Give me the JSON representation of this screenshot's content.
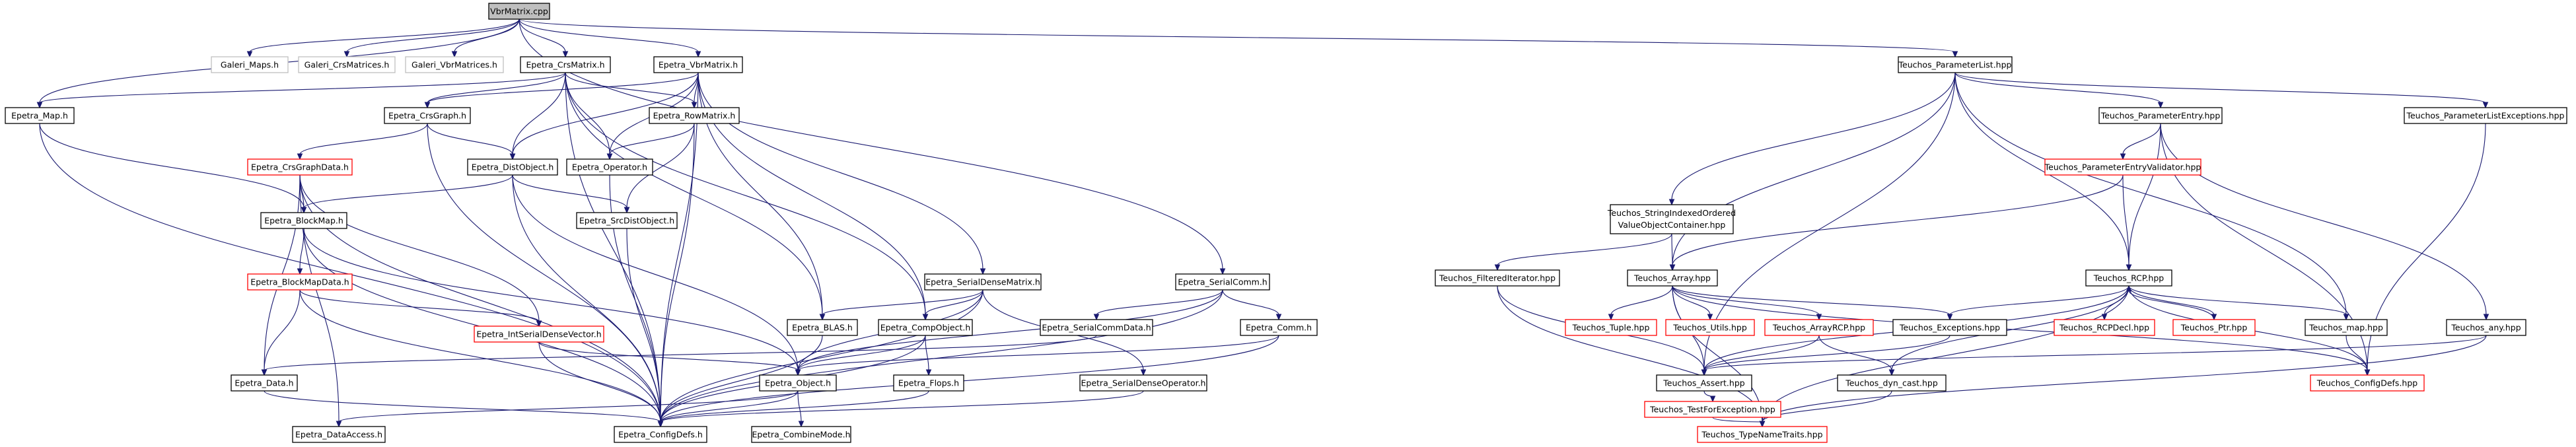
{
  "colors": {
    "edge": "#191970",
    "root_fill": "#bfbfbf",
    "normal_border": "#000000",
    "truncated_border": "#ff0000",
    "external_border": "#bfbfbf",
    "node_fill": "#ffffff",
    "label": "#000000"
  },
  "nodes": {
    "VbrMatrix_cpp": {
      "label": "VbrMatrix.cpp",
      "kind": "root"
    },
    "Galeri_Maps_h": {
      "label": "Galeri_Maps.h",
      "kind": "external"
    },
    "Galeri_CrsMatrices_h": {
      "label": "Galeri_CrsMatrices.h",
      "kind": "external"
    },
    "Galeri_VbrMatrices_h": {
      "label": "Galeri_VbrMatrices.h",
      "kind": "external"
    },
    "Epetra_CrsMatrix_h": {
      "label": "Epetra_CrsMatrix.h",
      "kind": "normal"
    },
    "Epetra_VbrMatrix_h": {
      "label": "Epetra_VbrMatrix.h",
      "kind": "normal"
    },
    "Epetra_Map_h": {
      "label": "Epetra_Map.h",
      "kind": "normal"
    },
    "Epetra_CrsGraph_h": {
      "label": "Epetra_CrsGraph.h",
      "kind": "normal"
    },
    "Epetra_RowMatrix_h": {
      "label": "Epetra_RowMatrix.h",
      "kind": "normal"
    },
    "Epetra_CrsGraphData_h": {
      "label": "Epetra_CrsGraphData.h",
      "kind": "truncated"
    },
    "Epetra_DistObject_h": {
      "label": "Epetra_DistObject.h",
      "kind": "normal"
    },
    "Epetra_Operator_h": {
      "label": "Epetra_Operator.h",
      "kind": "normal"
    },
    "Epetra_BlockMap_h": {
      "label": "Epetra_BlockMap.h",
      "kind": "normal"
    },
    "Epetra_SrcDistObject_h": {
      "label": "Epetra_SrcDistObject.h",
      "kind": "normal"
    },
    "Epetra_BlockMapData_h": {
      "label": "Epetra_BlockMapData.h",
      "kind": "truncated"
    },
    "Epetra_IntSerialDenseVector_h": {
      "label": "Epetra_IntSerialDenseVector.h",
      "kind": "truncated"
    },
    "Epetra_SerialDenseMatrix_h": {
      "label": "Epetra_SerialDenseMatrix.h",
      "kind": "normal"
    },
    "Epetra_SerialComm_h": {
      "label": "Epetra_SerialComm.h",
      "kind": "normal"
    },
    "Epetra_BLAS_h": {
      "label": "Epetra_BLAS.h",
      "kind": "normal"
    },
    "Epetra_CompObject_h": {
      "label": "Epetra_CompObject.h",
      "kind": "normal"
    },
    "Epetra_SerialCommData_h": {
      "label": "Epetra_SerialCommData.h",
      "kind": "normal"
    },
    "Epetra_Comm_h": {
      "label": "Epetra_Comm.h",
      "kind": "normal"
    },
    "Epetra_Data_h": {
      "label": "Epetra_Data.h",
      "kind": "normal"
    },
    "Epetra_Object_h": {
      "label": "Epetra_Object.h",
      "kind": "normal"
    },
    "Epetra_Flops_h": {
      "label": "Epetra_Flops.h",
      "kind": "normal"
    },
    "Epetra_SerialDenseOperator_h": {
      "label": "Epetra_SerialDenseOperator.h",
      "kind": "normal"
    },
    "Epetra_DataAccess_h": {
      "label": "Epetra_DataAccess.h",
      "kind": "normal"
    },
    "Epetra_ConfigDefs_h": {
      "label": "Epetra_ConfigDefs.h",
      "kind": "normal"
    },
    "Epetra_CombineMode_h": {
      "label": "Epetra_CombineMode.h",
      "kind": "normal"
    },
    "Teuchos_ParameterList_hpp": {
      "label": "Teuchos_ParameterList.hpp",
      "kind": "normal"
    },
    "Teuchos_ParameterEntry_hpp": {
      "label": "Teuchos_ParameterEntry.hpp",
      "kind": "normal"
    },
    "Teuchos_ParameterListExceptions_hpp": {
      "label": "Teuchos_ParameterListExceptions.hpp",
      "kind": "normal"
    },
    "Teuchos_StringIndexedOrdered": {
      "label1": "Teuchos_StringIndexedOrdered",
      "label2": "ValueObjectContainer.hpp",
      "kind": "normal"
    },
    "Teuchos_ParameterEntryValidator_hpp": {
      "label": "Teuchos_ParameterEntryValidator.hpp",
      "kind": "truncated"
    },
    "Teuchos_FilteredIterator_hpp": {
      "label": "Teuchos_FilteredIterator.hpp",
      "kind": "normal"
    },
    "Teuchos_Array_hpp": {
      "label": "Teuchos_Array.hpp",
      "kind": "normal"
    },
    "Teuchos_RCP_hpp": {
      "label": "Teuchos_RCP.hpp",
      "kind": "normal"
    },
    "Teuchos_Tuple_hpp": {
      "label": "Teuchos_Tuple.hpp",
      "kind": "truncated"
    },
    "Teuchos_Utils_hpp": {
      "label": "Teuchos_Utils.hpp",
      "kind": "truncated"
    },
    "Teuchos_ArrayRCP_hpp": {
      "label": "Teuchos_ArrayRCP.hpp",
      "kind": "truncated"
    },
    "Teuchos_Exceptions_hpp": {
      "label": "Teuchos_Exceptions.hpp",
      "kind": "normal"
    },
    "Teuchos_RCPDecl_hpp": {
      "label": "Teuchos_RCPDecl.hpp",
      "kind": "truncated"
    },
    "Teuchos_Ptr_hpp": {
      "label": "Teuchos_Ptr.hpp",
      "kind": "truncated"
    },
    "Teuchos_map_hpp": {
      "label": "Teuchos_map.hpp",
      "kind": "normal"
    },
    "Teuchos_any_hpp": {
      "label": "Teuchos_any.hpp",
      "kind": "normal"
    },
    "Teuchos_Assert_hpp": {
      "label": "Teuchos_Assert.hpp",
      "kind": "normal"
    },
    "Teuchos_dyn_cast_hpp": {
      "label": "Teuchos_dyn_cast.hpp",
      "kind": "normal"
    },
    "Teuchos_ConfigDefs_hpp": {
      "label": "Teuchos_ConfigDefs.hpp",
      "kind": "truncated"
    },
    "Teuchos_TestForException_hpp": {
      "label": "Teuchos_TestForException.hpp",
      "kind": "truncated"
    },
    "Teuchos_TypeNameTraits_hpp": {
      "label": "Teuchos_TypeNameTraits.hpp",
      "kind": "truncated"
    }
  }
}
